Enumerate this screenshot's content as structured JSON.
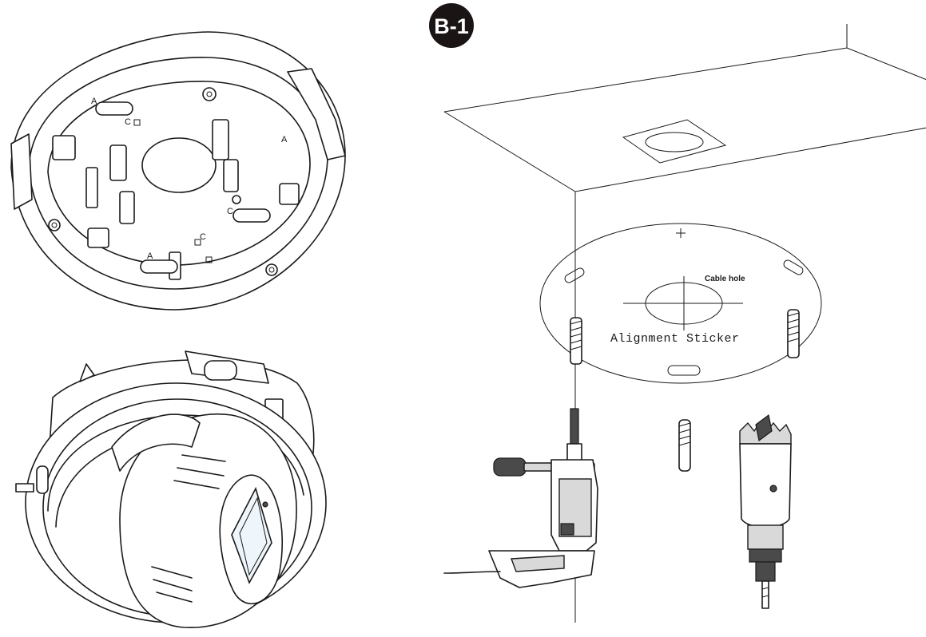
{
  "step_badge": {
    "label": "B-1",
    "color": "#1a1414"
  },
  "mount_bracket": {
    "letters": [
      "A",
      "C",
      "C",
      "A",
      "C",
      "A"
    ]
  },
  "alignment_sticker": {
    "title": "Alignment Sticker",
    "cable_hole_label": "Cable hole"
  },
  "icons": {
    "drill": "power-drill-icon",
    "hole_saw": "hole-saw-icon",
    "anchor": "wall-anchor-icon",
    "camera": "dome-camera-icon"
  }
}
